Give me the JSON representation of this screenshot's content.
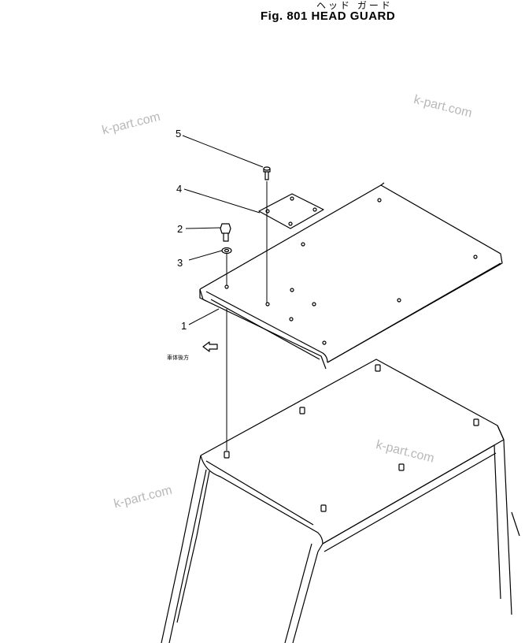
{
  "figure": {
    "title_jp": "ヘッド ガード",
    "title": "Fig. 801  HEAD  GUARD"
  },
  "callouts": [
    "1",
    "2",
    "3",
    "4",
    "5"
  ],
  "direction_label": "車体後方",
  "watermark": "k-part.com",
  "colors": {
    "line": "#000000",
    "watermark": "#b8b8b8"
  }
}
